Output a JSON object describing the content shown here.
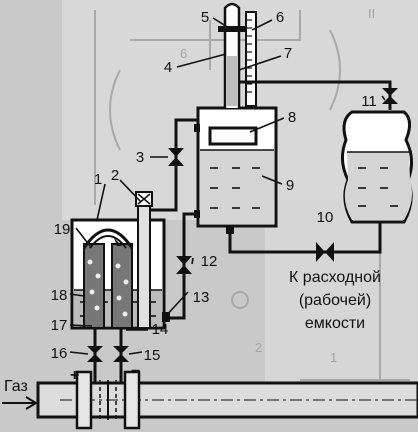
{
  "labels": [
    "1",
    "2",
    "3",
    "4",
    "5",
    "6",
    "7",
    "8",
    "9",
    "10",
    "11",
    "12",
    "13",
    "14",
    "15",
    "16",
    "17",
    "18",
    "19"
  ],
  "caption_lines": [
    "К расходной",
    "(рабочей)",
    "емкости"
  ],
  "gas_label": "Газ",
  "plus_sign": "+",
  "minus_sign": "−"
}
